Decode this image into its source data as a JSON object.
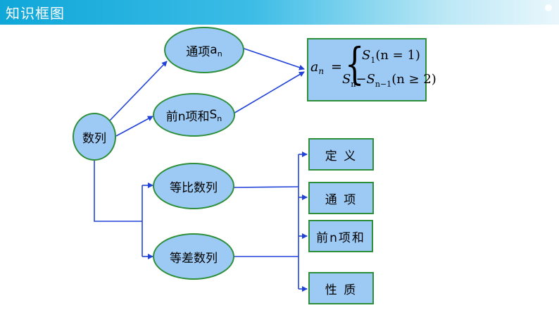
{
  "header": {
    "title": "知识框图"
  },
  "nodes": {
    "sequence": "数列",
    "general_term": {
      "text": "通项",
      "var": "a",
      "sub": "n"
    },
    "partial_sum": {
      "text": "前n项和",
      "var": "S",
      "sub": "n"
    },
    "geometric": "等比数列",
    "arithmetic": "等差数列"
  },
  "formula": {
    "lhs_var": "a",
    "lhs_sub": "n",
    "equals": "=",
    "case1": {
      "var": "S",
      "sub": "1",
      "cond": "(n = 1)"
    },
    "case2": {
      "var1": "S",
      "sub1": "n",
      "minus": "−",
      "var2": "S",
      "sub2": "n−1",
      "cond": "(n ≥ 2)"
    }
  },
  "topics": [
    "定 义",
    "通 项",
    "前n项和",
    "性 质"
  ],
  "colors": {
    "header_start": "#0fa7d8",
    "node_fill": "#9ccaf5",
    "node_border": "#2e8f3a",
    "arrow": "#2243d8"
  }
}
